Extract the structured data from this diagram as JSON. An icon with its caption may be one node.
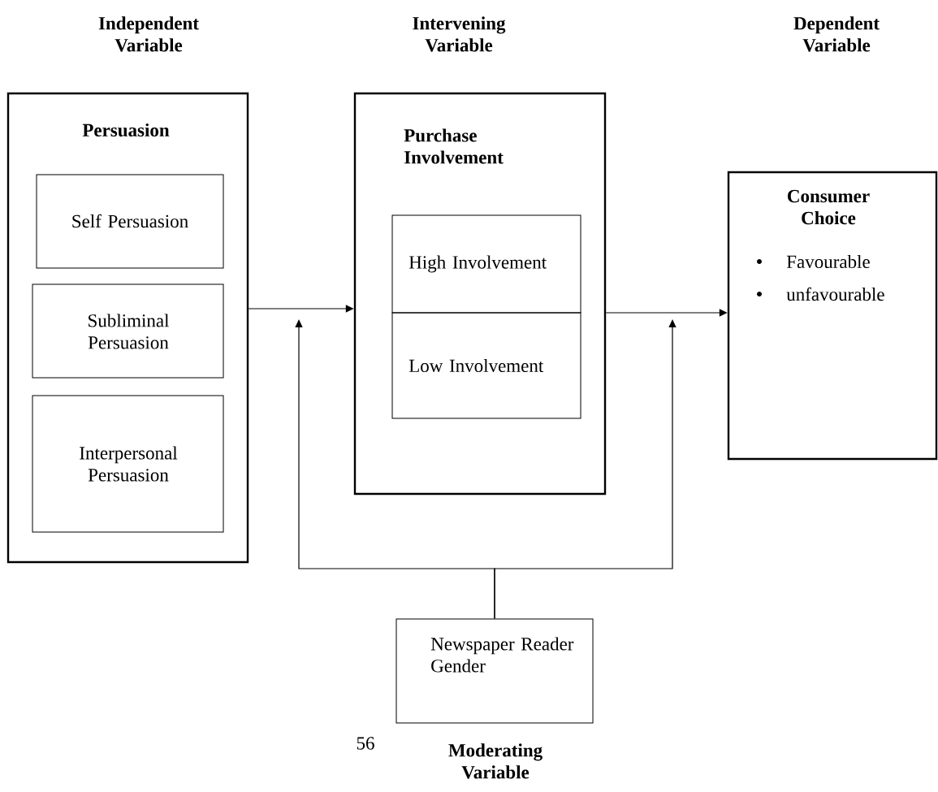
{
  "diagram": {
    "nodes": [
      {
        "text": [
          "Persuasion"
        ],
        "beside": [
          "Independent Variable"
        ]
      },
      {
        "text": [
          "Self Persuasion"
        ],
        "in": 0
      },
      {
        "text": [
          "Subliminal Persuasion"
        ],
        "in": 0
      },
      {
        "text": [
          "Interpersonal Persuasion"
        ],
        "in": 0
      },
      {
        "text": [
          "Purchase Involvement"
        ],
        "beside": [
          "Intervening Variable"
        ]
      },
      {
        "text": [
          "High Involvement"
        ],
        "in": 4
      },
      {
        "text": [
          "Low Involvement"
        ],
        "in": 4
      },
      {
        "text": [
          "Consumer Choice",
          "Favourable",
          "unfavourable"
        ]
      },
      {
        "text": [
          "Newspaper Reader Gender"
        ],
        "beside": [
          "Moderating Variable"
        ]
      }
    ],
    "edges": [
      {
        "from": 0,
        "to": 4,
        "arrow": "to"
      },
      {
        "from": 4,
        "to": 7,
        "arrow": "to"
      },
      {
        "from": 8,
        "to": null,
        "arrow": "to"
      },
      {
        "from": 8,
        "to": null,
        "arrow": "to"
      }
    ],
    "labels": [
      "Dependent Variable",
      "56"
    ]
  }
}
